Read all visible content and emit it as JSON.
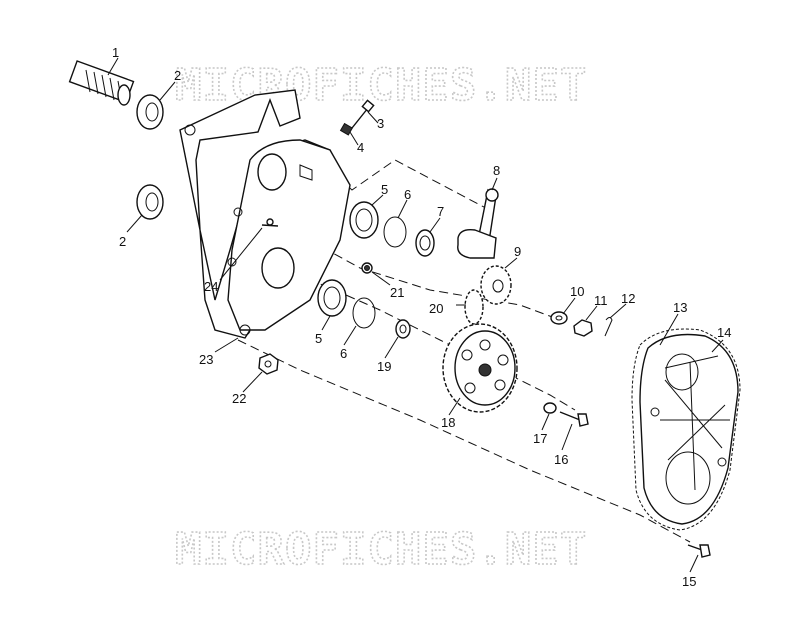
{
  "watermark": {
    "text": "MICROFICHES.NET"
  },
  "callouts": [
    {
      "id": "1",
      "label": "1"
    },
    {
      "id": "2a",
      "label": "2"
    },
    {
      "id": "2b",
      "label": "2"
    },
    {
      "id": "3",
      "label": "3"
    },
    {
      "id": "4",
      "label": "4"
    },
    {
      "id": "5a",
      "label": "5"
    },
    {
      "id": "5b",
      "label": "5"
    },
    {
      "id": "6a",
      "label": "6"
    },
    {
      "id": "6b",
      "label": "6"
    },
    {
      "id": "7",
      "label": "7"
    },
    {
      "id": "8",
      "label": "8"
    },
    {
      "id": "9",
      "label": "9"
    },
    {
      "id": "10",
      "label": "10"
    },
    {
      "id": "11",
      "label": "11"
    },
    {
      "id": "12",
      "label": "12"
    },
    {
      "id": "13",
      "label": "13"
    },
    {
      "id": "14",
      "label": "14"
    },
    {
      "id": "15",
      "label": "15"
    },
    {
      "id": "16",
      "label": "16"
    },
    {
      "id": "17",
      "label": "17"
    },
    {
      "id": "18",
      "label": "18"
    },
    {
      "id": "19",
      "label": "19"
    },
    {
      "id": "20",
      "label": "20"
    },
    {
      "id": "21",
      "label": "21"
    },
    {
      "id": "22",
      "label": "22"
    },
    {
      "id": "23",
      "label": "23"
    },
    {
      "id": "24",
      "label": "24"
    }
  ]
}
